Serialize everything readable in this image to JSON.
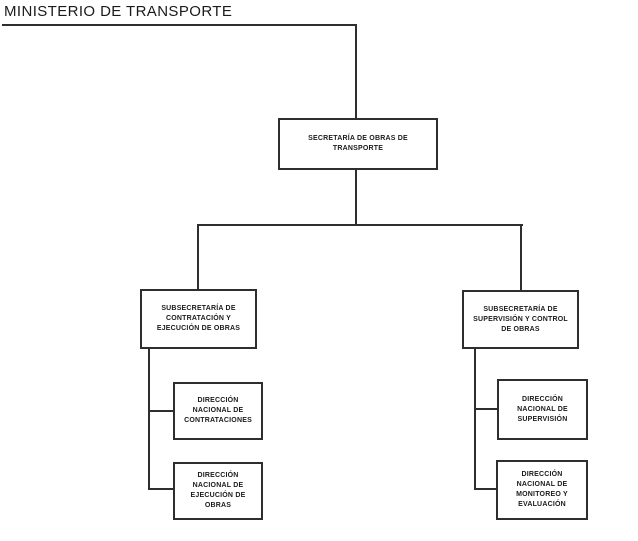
{
  "title": "MINISTERIO DE TRANSPORTE",
  "org": {
    "root": {
      "label": "SECRETARÍA DE OBRAS DE TRANSPORTE"
    },
    "branches": [
      {
        "label": [
          "SUBSECRETARÍA DE",
          "CONTRATACIÓN Y",
          "EJECUCIÓN DE OBRAS"
        ],
        "children": [
          {
            "label": [
              "DIRECCIÓN",
              "NACIONAL DE",
              "CONTRATACIONES"
            ]
          },
          {
            "label": [
              "DIRECCIÓN",
              "NACIONAL DE",
              "EJECUCIÓN DE",
              "OBRAS"
            ]
          }
        ]
      },
      {
        "label": [
          "SUBSECRETARÍA DE",
          "SUPERVISIÓN Y CONTROL",
          "DE OBRAS"
        ],
        "children": [
          {
            "label": [
              "DIRECCIÓN",
              "NACIONAL DE",
              "SUPERVISIÓN"
            ]
          },
          {
            "label": [
              "DIRECCIÓN",
              "NACIONAL DE",
              "MONITOREO Y",
              "EVALUACIÓN"
            ]
          }
        ]
      }
    ]
  },
  "colors": {
    "line": "#2e2e2e",
    "text": "#1b1b1b",
    "background": "#ffffff"
  }
}
